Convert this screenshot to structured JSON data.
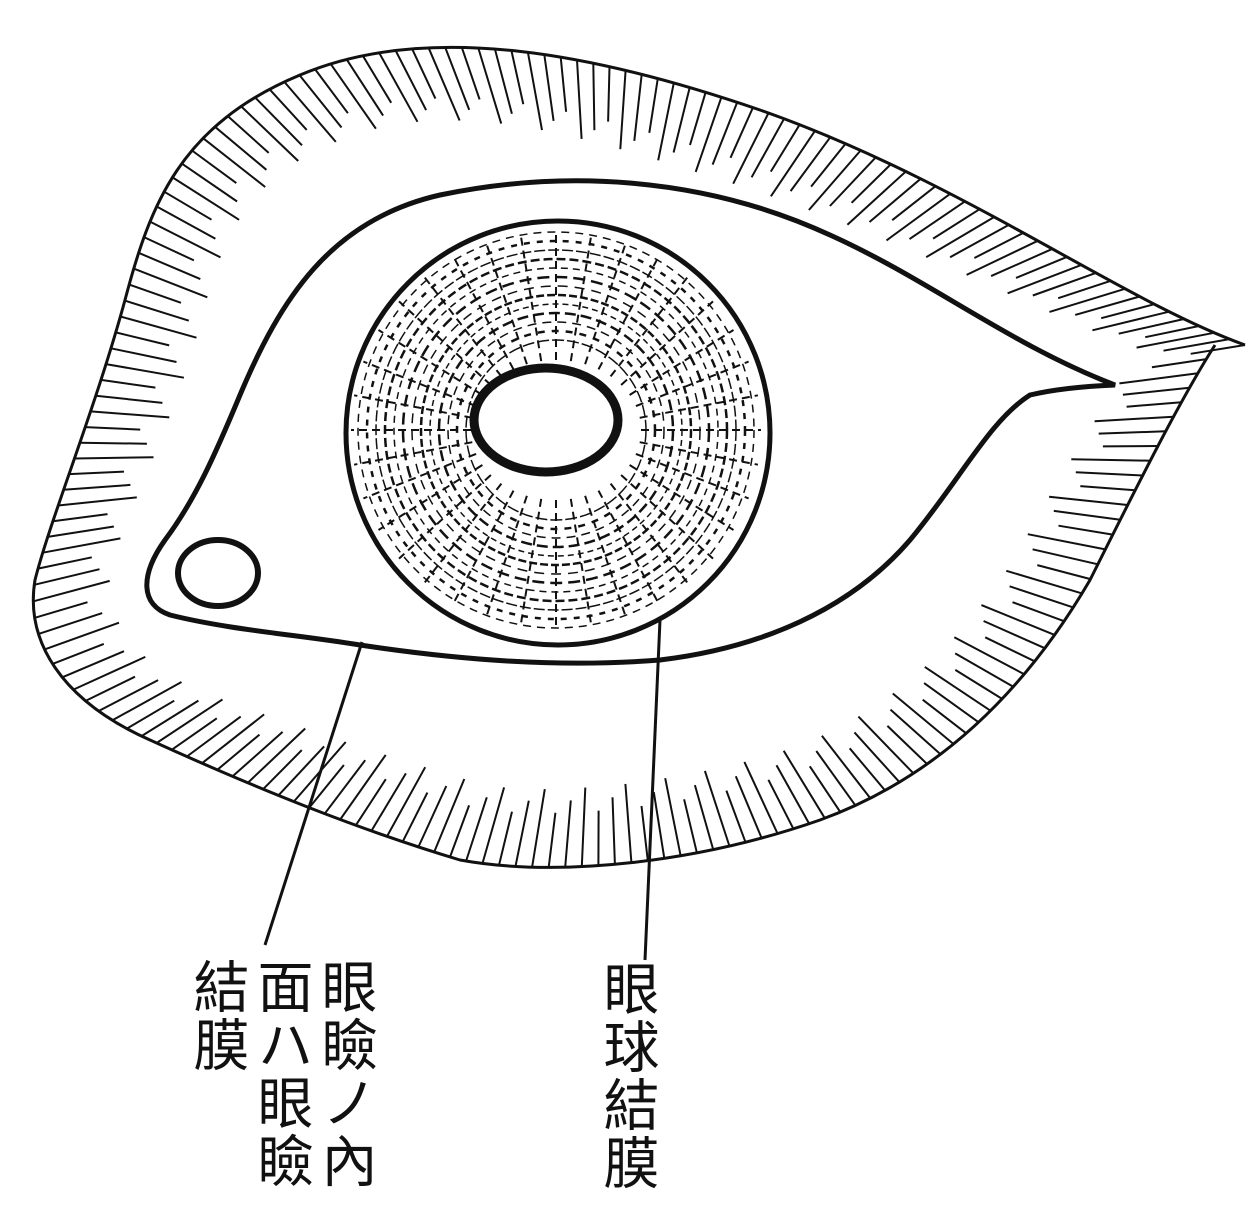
{
  "labels": {
    "palpebral_conjunctiva": {
      "col1": "眼瞼ノ內",
      "col2": "面ハ眼瞼",
      "col3": "結膜"
    },
    "bulbar_conjunctiva": "眼球結膜"
  },
  "colors": {
    "ink": "#111111",
    "paper": "#ffffff"
  }
}
